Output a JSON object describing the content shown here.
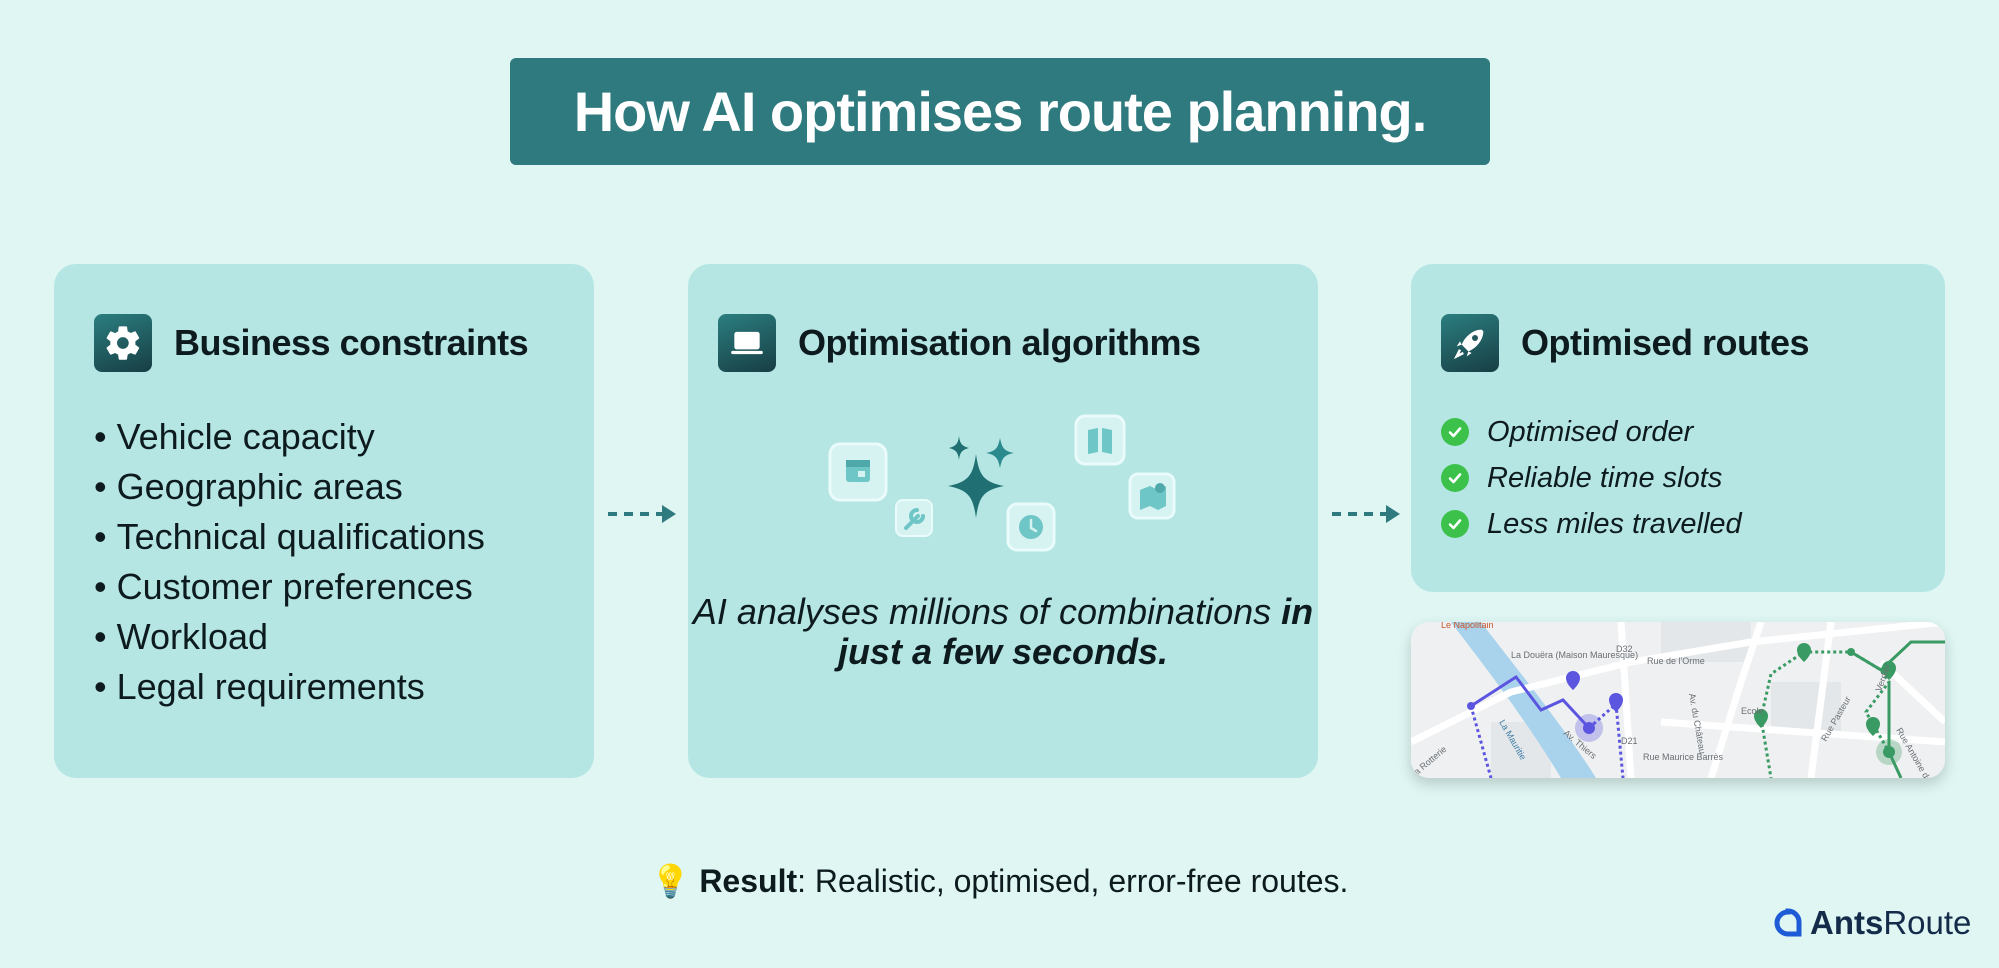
{
  "title": "How AI optimises route planning.",
  "cards": {
    "constraints": {
      "title": "Business constraints",
      "icon": "gear-icon",
      "items": [
        "Vehicle capacity",
        "Geographic areas",
        "Technical qualifications",
        "Customer preferences",
        "Workload",
        "Legal requirements"
      ]
    },
    "algorithms": {
      "title": "Optimisation algorithms",
      "icon": "laptop-icon",
      "text_plain": "AI analyses millions of combinations",
      "text_bold": "in just a few seconds."
    },
    "routes": {
      "title": "Optimised routes",
      "icon": "rocket-icon",
      "items": [
        "Optimised order",
        "Reliable time slots",
        "Less miles travelled"
      ]
    }
  },
  "map": {
    "labels": [
      "Le Napolitain",
      "La Douëra (Maison Mauresque)",
      "Rue de l'Orme",
      "La Mauritie",
      "Av. Thiers",
      "Av. du Château",
      "Ecole",
      "Rue Maurice Barrès",
      "Rue Pasteur",
      "Rue Antoine de",
      "D32",
      "D21",
      "Verdier",
      "La Rotterie"
    ]
  },
  "result": {
    "label": "Result",
    "text": ": Realistic, optimised, error-free routes."
  },
  "brand": {
    "name_bold": "Ants",
    "name_rest": "Route"
  },
  "colors": {
    "background": "#dff6f3",
    "title_bg": "#2e7a7e",
    "card_bg": "#b5e6e4",
    "check": "#3cc24a",
    "route_blue": "#5b55e0",
    "route_green": "#3a9a63"
  }
}
